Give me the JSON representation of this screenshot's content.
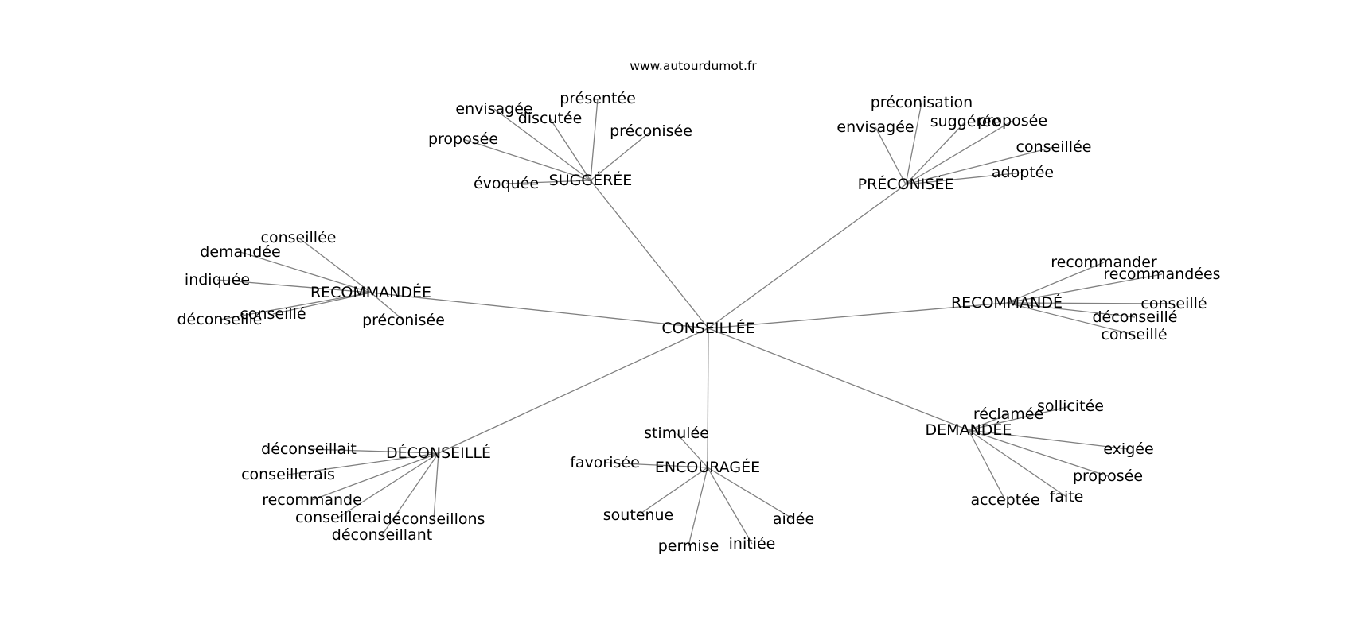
{
  "source": "www.autourdumot.fr",
  "colors": {
    "edge": "#808080",
    "text": "#000000",
    "background": "#ffffff"
  },
  "center": "CONSEILLÉE",
  "clusters": [
    {
      "id": "suggeree",
      "label": "SUGGÉRÉE",
      "leaves": [
        "présentée",
        "envisagée",
        "discutée",
        "préconisée",
        "proposée",
        "évoquée"
      ]
    },
    {
      "id": "preconisee",
      "label": "PRÉCONISÉE",
      "leaves": [
        "préconisation",
        "envisagée",
        "suggérée",
        "proposée",
        "conseillée",
        "adoptée"
      ]
    },
    {
      "id": "recommandee",
      "label": "RECOMMANDÉE",
      "leaves": [
        "conseillée",
        "demandée",
        "indiquée",
        "conseillé",
        "déconseillé",
        "préconisée"
      ]
    },
    {
      "id": "recommande",
      "label": "RECOMMANDÉ",
      "leaves": [
        "recommander",
        "recommandées",
        "conseillé",
        "déconseillé",
        "conseillé"
      ]
    },
    {
      "id": "demandee",
      "label": "DEMANDÉE",
      "leaves": [
        "sollicitée",
        "réclamée",
        "exigée",
        "proposée",
        "faite",
        "acceptée"
      ]
    },
    {
      "id": "encouragee",
      "label": "ENCOURAGÉE",
      "leaves": [
        "stimulée",
        "favorisée",
        "soutenue",
        "permise",
        "initiée",
        "aidée"
      ]
    },
    {
      "id": "deconseille",
      "label": "DÉCONSEILLÉ",
      "leaves": [
        "déconseillait",
        "conseillerais",
        "recommande",
        "conseillerai",
        "déconseillons",
        "déconseillant"
      ]
    }
  ]
}
